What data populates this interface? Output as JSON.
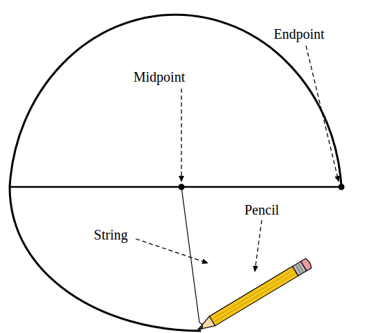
{
  "diagram": {
    "labels": [
      "Endpoint",
      "Midpoint",
      "String",
      "Pencil"
    ]
  }
}
